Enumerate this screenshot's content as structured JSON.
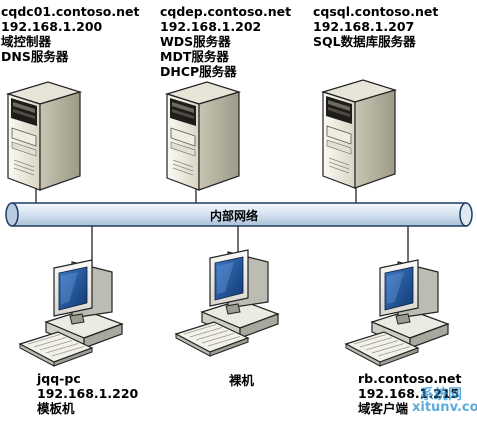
{
  "network": {
    "label": "内部网络"
  },
  "servers": [
    {
      "lines": [
        "cqdc01.contoso.net",
        "192.168.1.200",
        "域控制器",
        "DNS服务器"
      ]
    },
    {
      "lines": [
        "cqdep.contoso.net",
        "192.168.1.202",
        "WDS服务器",
        "MDT服务器",
        "DHCP服务器"
      ]
    },
    {
      "lines": [
        "cqsql.contoso.net",
        "192.168.1.207",
        "SQL数据库服务器"
      ]
    }
  ],
  "clients": [
    {
      "lines": [
        "jqq-pc",
        "192.168.1.220",
        "模板机"
      ]
    },
    {
      "lines": [
        "裸机"
      ]
    },
    {
      "lines": [
        "rb.contoso.net",
        "192.168.1.215",
        "域客户端"
      ]
    }
  ],
  "watermark": {
    "line1": "系统网",
    "line2": "xitunv.com"
  },
  "colors": {
    "bus_fill": "#dfe9f4",
    "bus_stroke": "#1f3c63",
    "server_body": "#f2efe4",
    "server_dark": "#1e1d1a",
    "monitor_screen": "#1d4a8a"
  }
}
